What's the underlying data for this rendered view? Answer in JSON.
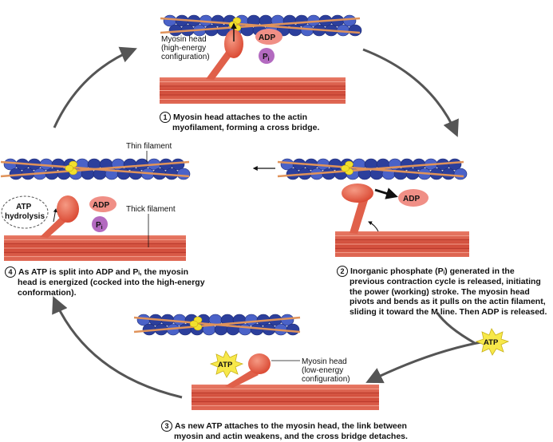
{
  "labels": {
    "myosin_head_high": [
      "Myosin head",
      "(high-energy",
      "configuration)"
    ],
    "adp": "ADP",
    "pi_main": "P",
    "pi_sub": "i",
    "thin_filament": "Thin filament",
    "thick_filament": "Thick filament",
    "atp_hydrolysis": [
      "ATP",
      "hydrolysis"
    ],
    "atp": "ATP",
    "myosin_head_low": [
      "Myosin head",
      "(low-energy",
      "configuration)"
    ]
  },
  "steps": [
    {
      "number": "1",
      "lines": [
        "Myosin head attaches to the actin",
        "myofilament, forming a cross bridge."
      ]
    },
    {
      "number": "2",
      "lines": [
        "Inorganic phosphate (Pᵢ) generated in the",
        "previous contraction cycle is released, initiating",
        "the power (working) stroke. The myosin head",
        "pivots and bends as it pulls on the actin filament,",
        "sliding it toward the M line. Then ADP is released."
      ]
    },
    {
      "number": "3",
      "lines": [
        "As new ATP attaches to the myosin head, the link between",
        "myosin and actin weakens, and the cross bridge detaches."
      ]
    },
    {
      "number": "4",
      "lines": [
        "As ATP is split into ADP and Pᵢ, the myosin",
        "head is energized (cocked into the high-energy",
        "conformation)."
      ]
    }
  ],
  "colors": {
    "actin": "#2c3f9c",
    "actin_light": "#4a62c8",
    "tropomyosin": "#e0935a",
    "troponin": "#f2df2e",
    "myosin": "#e0604a",
    "thick": "#d8503e",
    "adp": "#f08f86",
    "pi": "#b36ac0",
    "atp": "#f7e84a"
  }
}
